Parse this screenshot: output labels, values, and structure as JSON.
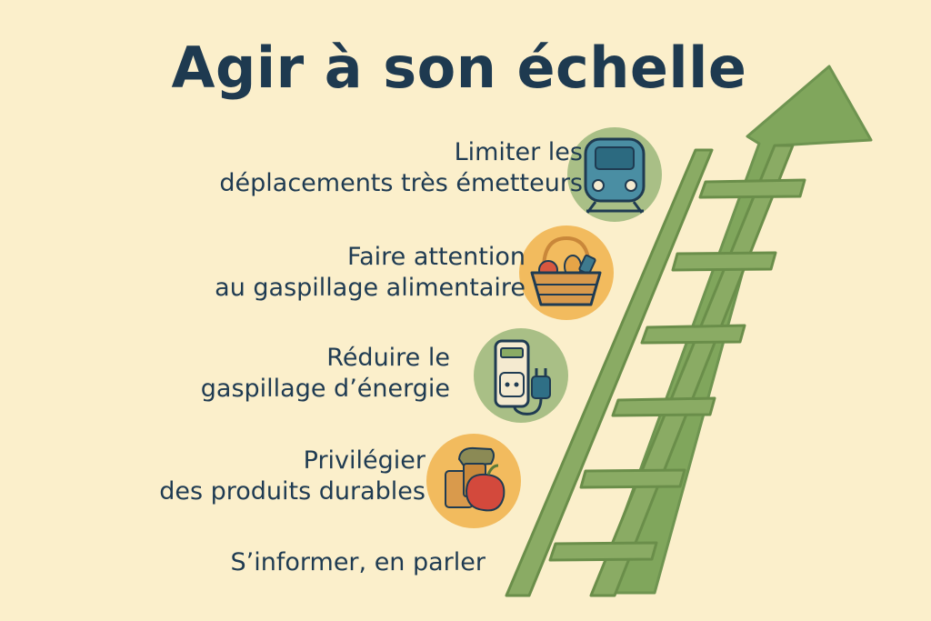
{
  "title": "Agir à son échelle",
  "steps": [
    {
      "line1": "Limiter les",
      "line2": "déplacements très émetteurs",
      "icon": "train-icon"
    },
    {
      "line1": "Faire attention",
      "line2": "au gaspillage alimentaire",
      "icon": "food-basket-icon"
    },
    {
      "line1": "Réduire le",
      "line2": "gaspillage d’énergie",
      "icon": "power-outlet-icon"
    },
    {
      "line1": "Privilégier",
      "line2": "des produits durables",
      "icon": "durable-products-icon"
    },
    {
      "line1": "S’informer, en parler",
      "line2": "",
      "icon": ""
    }
  ],
  "colors": {
    "background": "#fbefcb",
    "ladder": "#8aab64",
    "arrow": "#80a65c",
    "text": "#1f3b52",
    "icon_green_circle": "#a9bf86",
    "icon_orange_circle": "#f2bb5e"
  }
}
